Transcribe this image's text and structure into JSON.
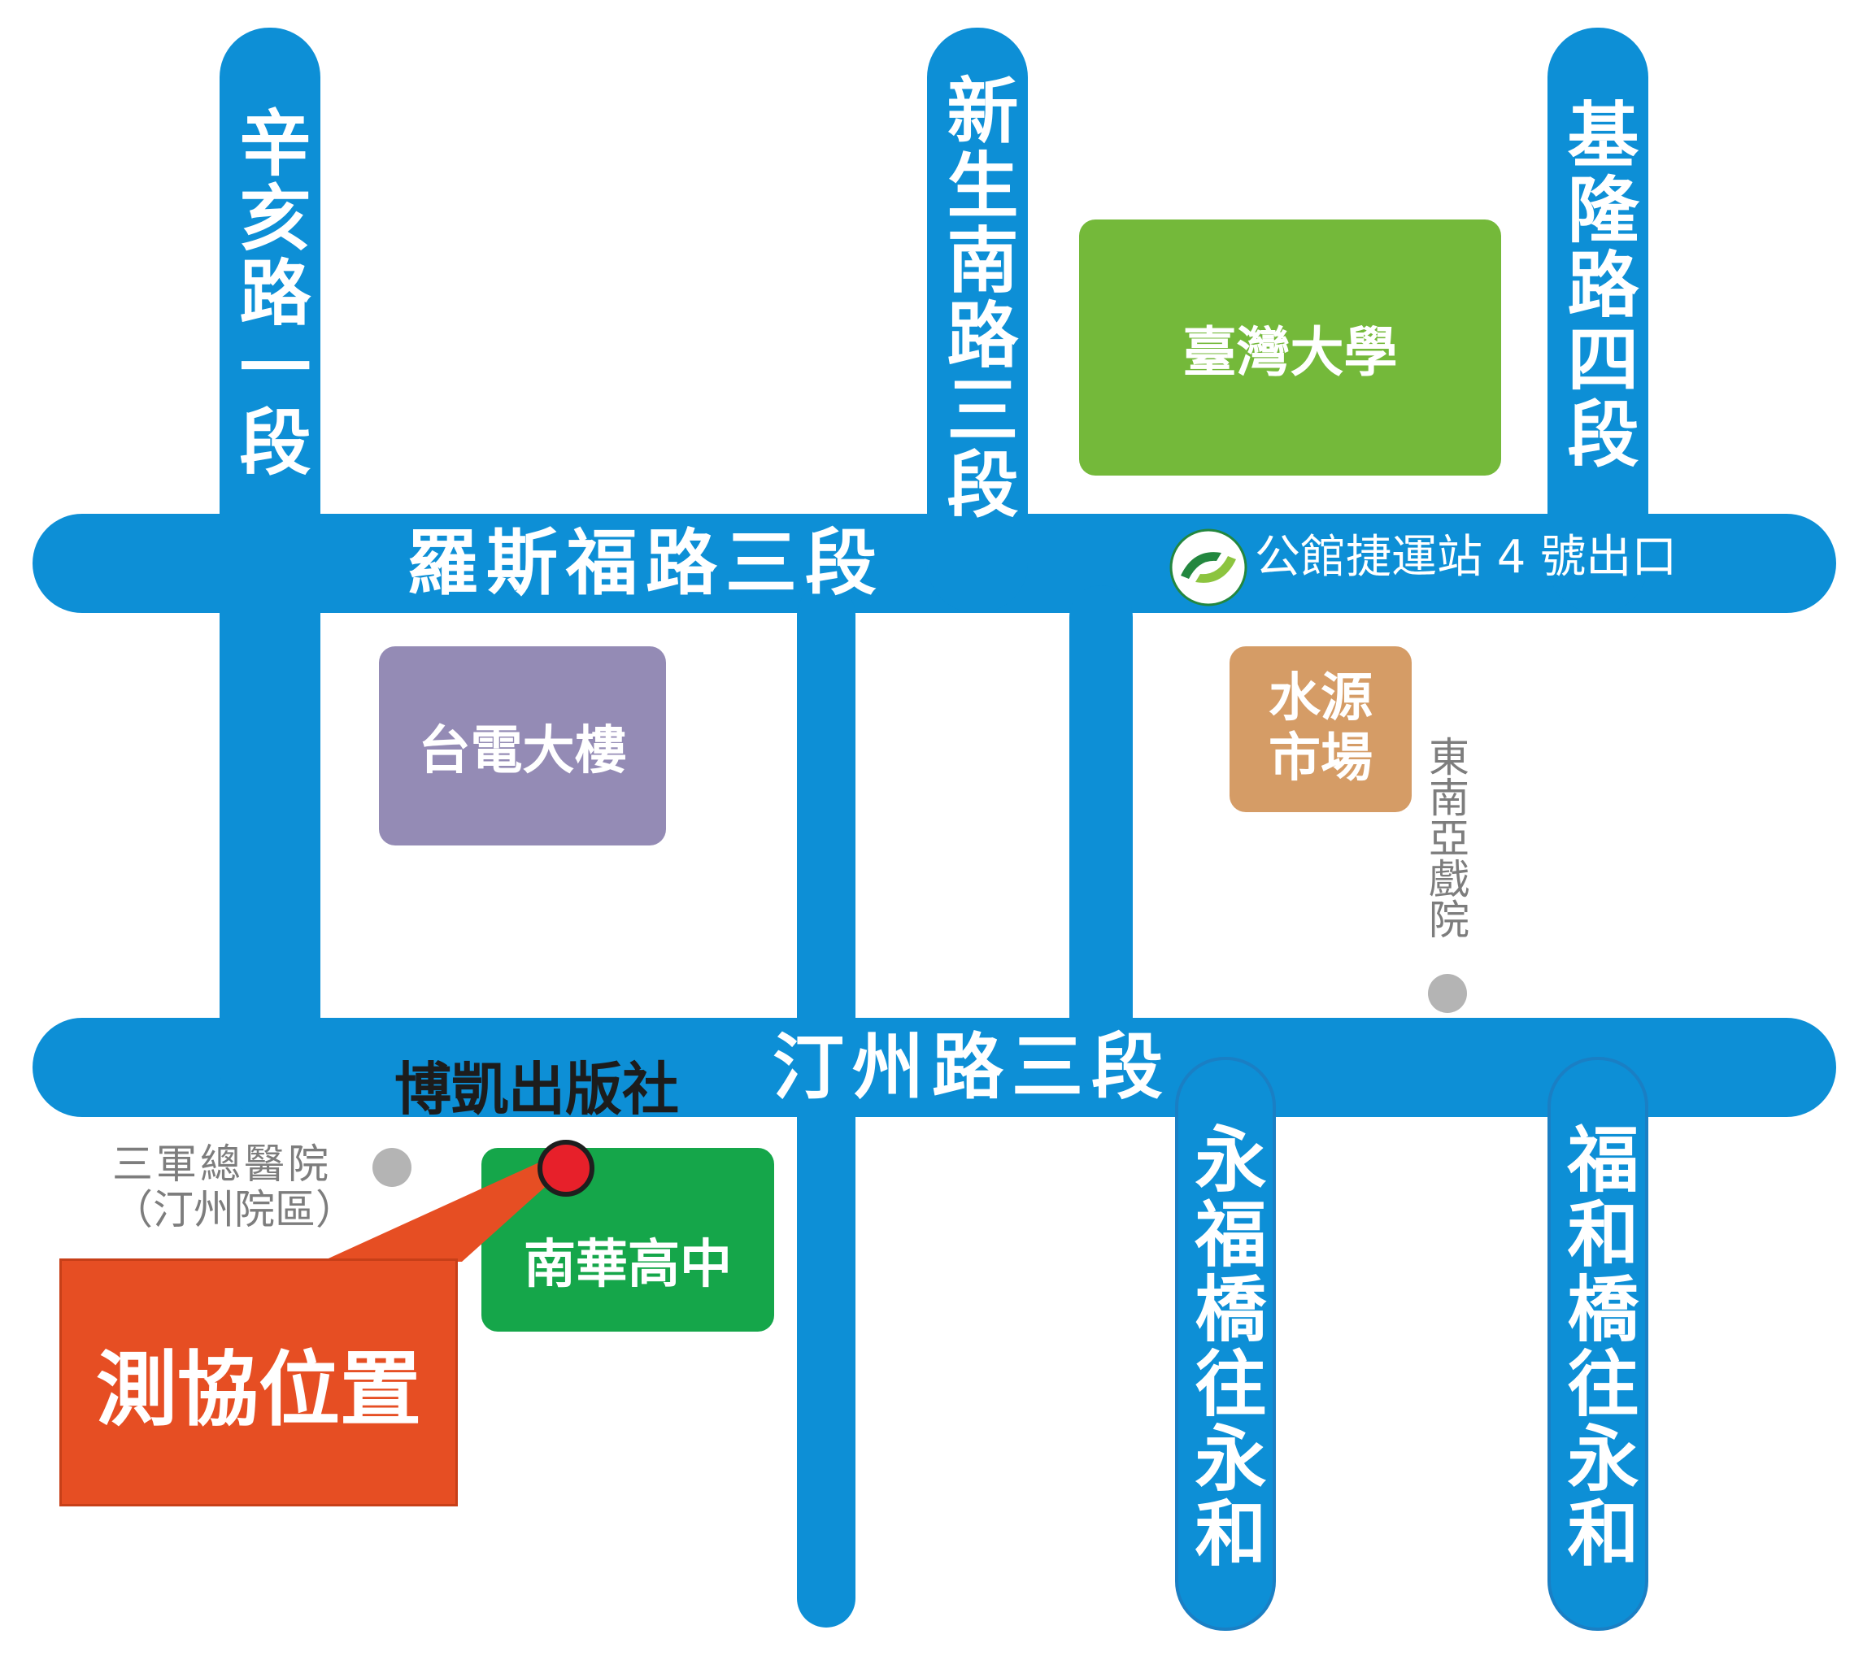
{
  "roads": {
    "xinhai": "辛亥路一段",
    "xinsheng": "新生南路三段",
    "keelung": "基隆路四段",
    "roosevelt": "羅斯福路三段",
    "tingzhou": "汀州路三段",
    "yongfu": "永福橋往永和",
    "fuhe": "福和橋往永和"
  },
  "places": {
    "ntu": "臺灣大學",
    "taipower": "台電大樓",
    "shuiyuan": "水源市場",
    "nanhua": "南華高中"
  },
  "poi": {
    "theater": "東南亞戲院",
    "hospital_line1": "三軍總醫院",
    "hospital_line2": "（汀州院區）"
  },
  "mrt": {
    "label": "公館捷運站 4 號出口",
    "icon": "mrt-logo-icon"
  },
  "marker": {
    "publisher": "博凱出版社",
    "location_label": "測協位置"
  },
  "colors": {
    "road": "#0d8fd6",
    "ntu": "#74b93a",
    "taipower": "#948bb5",
    "shuiyuan": "#d59c66",
    "nanhua": "#15a64a",
    "location_box": "#e64e23",
    "pin": "#e7202a"
  }
}
